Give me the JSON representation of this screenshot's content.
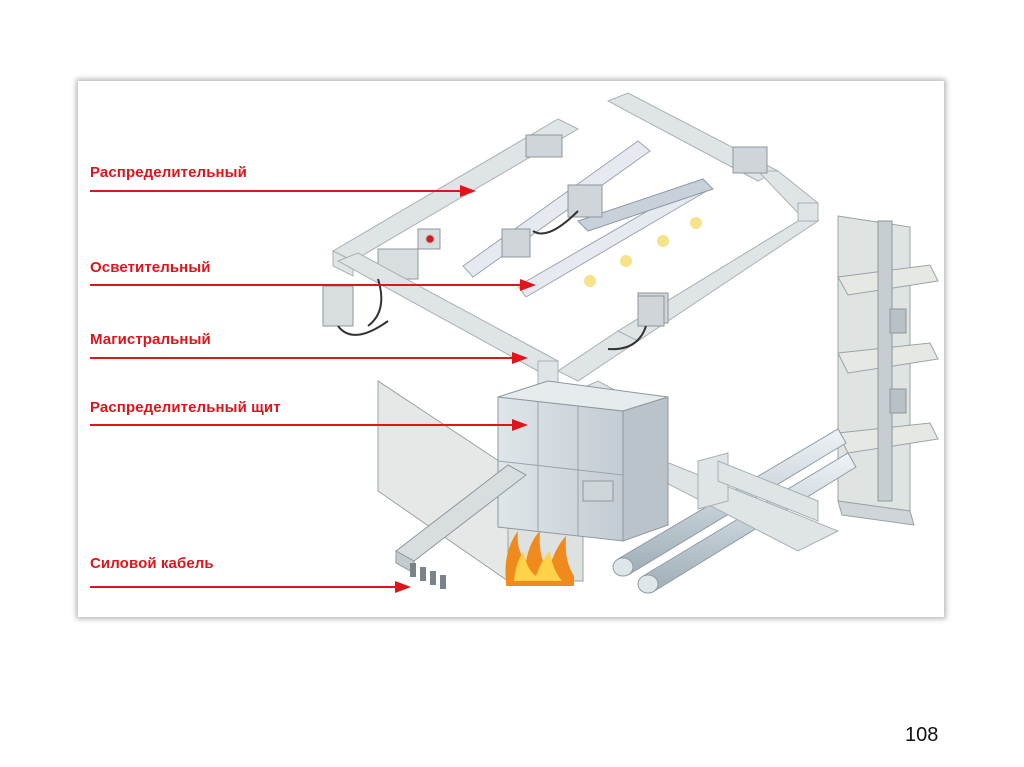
{
  "slide": {
    "page_number": "108"
  },
  "labels": [
    {
      "text": "Распределительный"
    },
    {
      "text": "Осветительный"
    },
    {
      "text": "Магистральный"
    },
    {
      "text": "Распределительный щит"
    },
    {
      "text": "Силовой кабель"
    }
  ],
  "colors": {
    "callout": "#e0141b",
    "trunking": "#dfe4e6",
    "trunking_edge": "#a9b0b4",
    "fire": "#f08a1c"
  }
}
